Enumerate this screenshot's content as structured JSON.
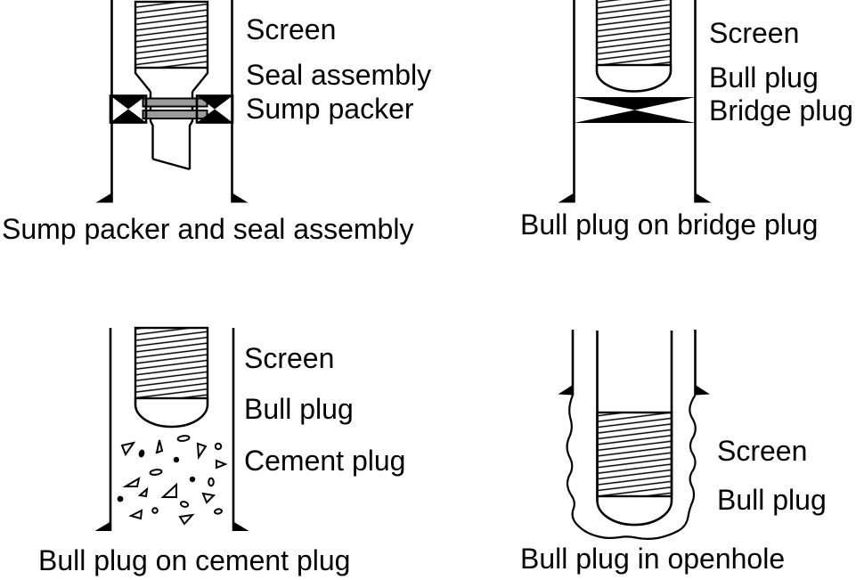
{
  "figure": {
    "background": "#ffffff",
    "ink_color": "#000000",
    "seal_gray": "#9c9c9c"
  },
  "panels": [
    {
      "name": "sump-packer-and-seal-assembly",
      "caption": "Sump packer and seal assembly",
      "labels": {
        "screen": "Screen",
        "seal_assembly": "Seal assembly",
        "sump_packer": "Sump packer"
      }
    },
    {
      "name": "bull-plug-on-bridge-plug",
      "caption": "Bull plug on bridge plug",
      "labels": {
        "screen": "Screen",
        "bull_plug": "Bull plug",
        "bridge_plug": "Bridge plug"
      }
    },
    {
      "name": "bull-plug-on-cement-plug",
      "caption": "Bull plug on cement plug",
      "labels": {
        "screen": "Screen",
        "bull_plug": "Bull plug",
        "cement_plug": "Cement plug"
      }
    },
    {
      "name": "bull-plug-in-openhole",
      "caption": "Bull plug in openhole",
      "labels": {
        "screen": "Screen",
        "bull_plug": "Bull plug"
      }
    }
  ]
}
